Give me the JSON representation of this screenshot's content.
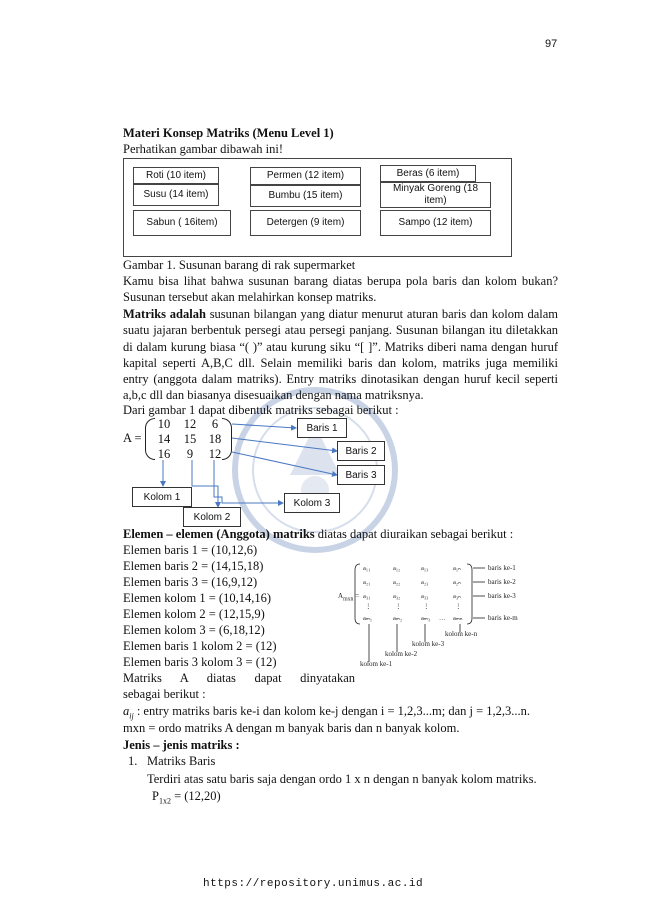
{
  "page_number": "97",
  "heading": "Materi Konsep Matriks (Menu Level 1)",
  "intro": "Perhatikan gambar dibawah ini!",
  "shelf": {
    "boxes": [
      {
        "label": "Roti (10 item)"
      },
      {
        "label": "Susu (14 item)"
      },
      {
        "label": "Sabun ( 16item)"
      },
      {
        "label": "Permen (12 item)"
      },
      {
        "label": "Bumbu (15 item)"
      },
      {
        "label": "Detergen (9 item)"
      },
      {
        "label": "Beras (6 item)"
      },
      {
        "label": "Minyak Goreng (18 item)"
      },
      {
        "label": "Sampo (12 item)"
      }
    ],
    "caption": "Gambar 1. Susunan barang di rak supermarket"
  },
  "para1": "Kamu bisa lihat bahwa susunan barang diatas berupa pola baris dan kolom bukan? Susunan tersebut akan melahirkan konsep matriks.",
  "def": {
    "bold": "Matriks adalah",
    "text": " susunan bilangan yang diatur menurut aturan baris dan kolom dalam suatu jajaran berbentuk persegi atau persegi panjang. Susunan bilangan itu diletakkan di dalam kurung biasa “( )” atau kurung siku “[ ]”. Matriks diberi nama dengan huruf kapital seperti A,B,C dll. Selain memiliki baris dan kolom, matriks juga memiliki entry (anggota dalam matriks). Entry matriks dinotasikan dengan huruf kecil seperti a,b,c dll dan biasanya disesuaikan dengan nama matriksnya."
  },
  "para2": "Dari gambar 1 dapat dibentuk matriks sebagai berikut :",
  "matrix": {
    "label": "A =",
    "rows": [
      [
        "10",
        "12",
        "6"
      ],
      [
        "14",
        "15",
        "18"
      ],
      [
        "16",
        "9",
        "12"
      ]
    ]
  },
  "callouts": {
    "baris1": "Baris 1",
    "baris2": "Baris 2",
    "baris3": "Baris 3",
    "kolom1": "Kolom 1",
    "kolom2": "Kolom 2",
    "kolom3": "Kolom 3"
  },
  "elemen": {
    "heading_bold": "Elemen – elemen (Anggota) matriks",
    "heading_rest": " diatas dapat diuraikan sebagai berikut :",
    "items": [
      "Elemen baris 1 = (10,12,6)",
      "Elemen baris 2 = (14,15,18)",
      "Elemen baris 3 = (16,9,12)",
      "Elemen kolom 1 = (10,14,16)",
      "Elemen kolom 2 = (12,15,9)",
      "Elemen kolom 3 = (6,18,12)",
      "Elemen baris 1 kolom 2 = (12)",
      "Elemen baris 3 kolom 3 = (12)"
    ]
  },
  "general": {
    "label": "A",
    "sub": "mxn",
    "row_labels": [
      "baris ke-1",
      "baris ke-2",
      "baris ke-3",
      "baris ke-m"
    ],
    "col_labels": [
      "kolom ke-n",
      "kolom ke-3",
      "kolom ke-2",
      "kolom ke-1"
    ]
  },
  "matrix_stmt1": "Matriks A diatas dapat dinyatakan",
  "matrix_stmt2": "sebagai berikut :",
  "aij_symbol": "a",
  "aij_sub": "ij",
  "aij_text": " : entry matriks baris ke-i dan kolom ke-j dengan i = 1,2,3...m; dan j = 1,2,3...n.",
  "ordo": "mxn = ordo matriks A dengan m banyak baris dan n banyak kolom.",
  "jenis_heading": "Jenis – jenis matriks :",
  "list1_num": "1.",
  "list1_title": "Matriks Baris",
  "list1_desc": "Terdiri atas satu baris saja dengan ordo 1 x n dengan n banyak kolom matriks.",
  "list1_example_p": "P",
  "list1_example_sub": "1x2",
  "list1_example_val": " = (12,20)",
  "footer": "https://repository.unimus.ac.id"
}
